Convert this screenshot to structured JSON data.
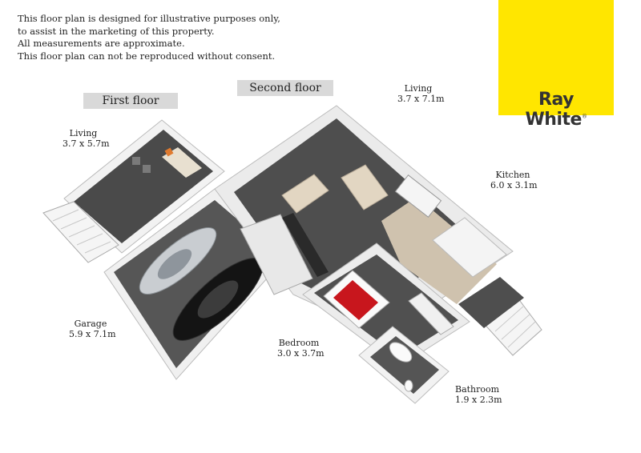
{
  "disclaimer": [
    "This floor plan is designed for illustrative purposes only,",
    "to assist in the marketing of this property.",
    "All measurements are approximate.",
    "This floor plan can not be reproduced without consent."
  ],
  "brand": {
    "name": "Ray White",
    "color": "#ffe600"
  },
  "floors": {
    "first": "First floor",
    "second": "Second floor"
  },
  "rooms": {
    "living_first": {
      "name": "Living",
      "size": "3.7 x 5.7m"
    },
    "garage": {
      "name": "Garage",
      "size": "5.9 x 7.1m"
    },
    "living_second": {
      "name": "Living",
      "size": "3.7 x 7.1m"
    },
    "kitchen": {
      "name": "Kitchen",
      "size": "6.0 x 3.1m"
    },
    "bedroom": {
      "name": "Bedroom",
      "size": "3.0 x 3.7m"
    },
    "bathroom": {
      "name": "Bathroom",
      "size": "1.9 x 2.3m"
    }
  }
}
